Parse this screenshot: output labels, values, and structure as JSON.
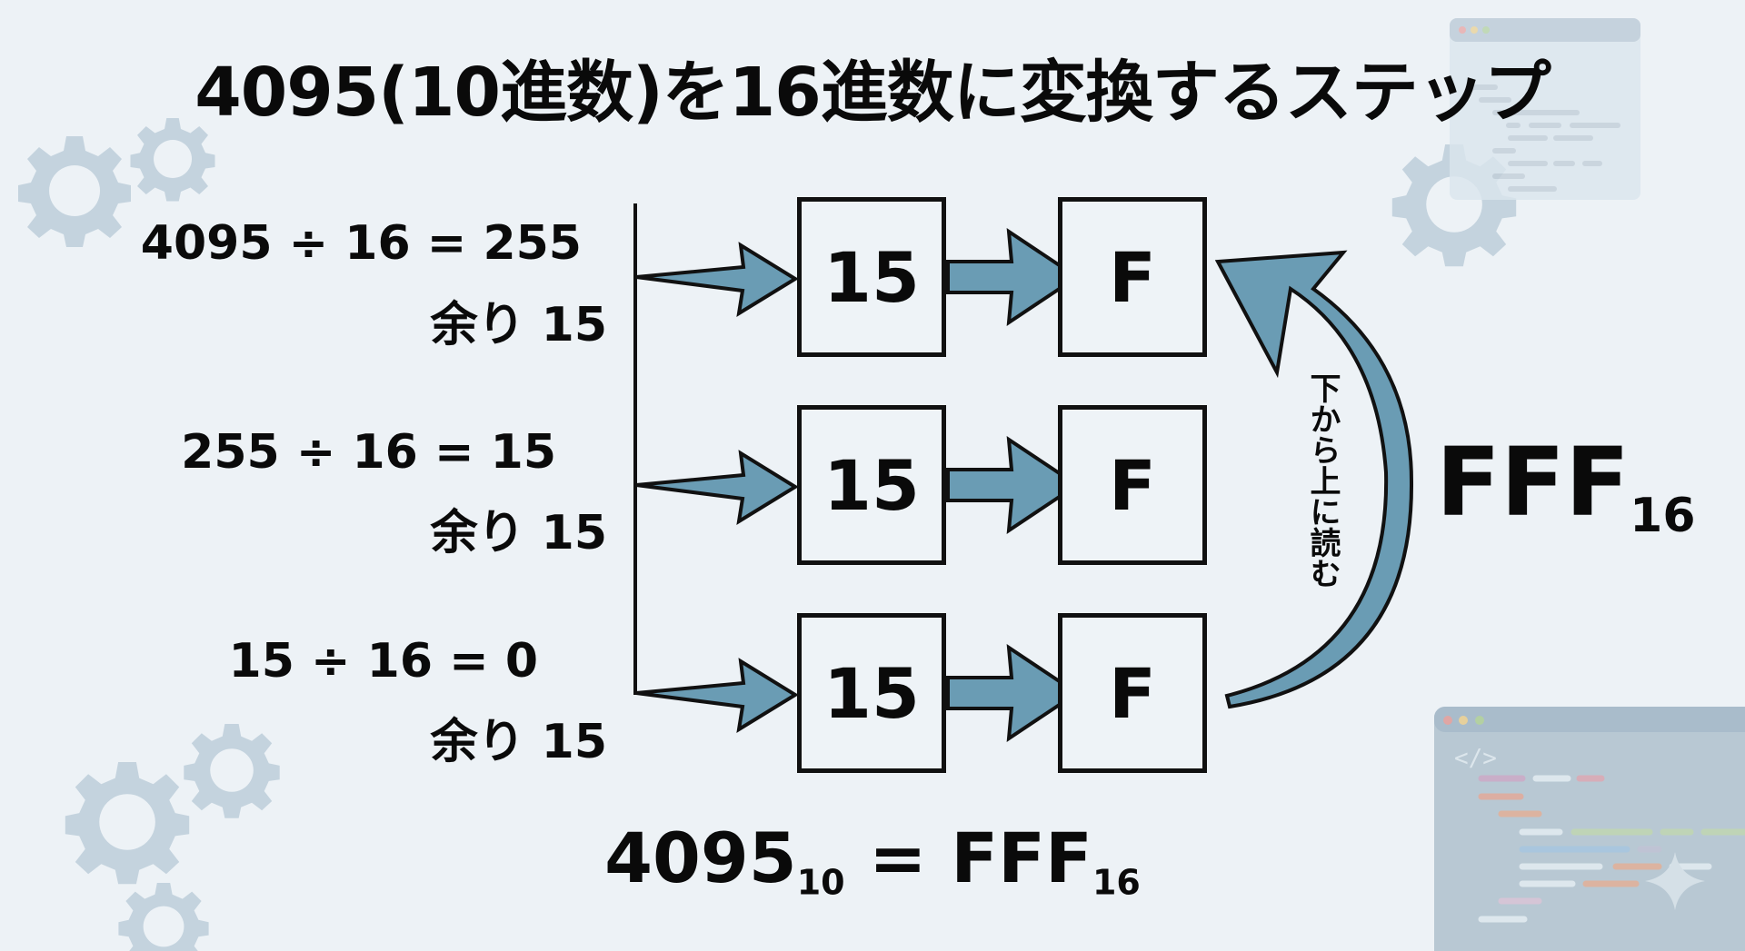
{
  "title": "4095(10進数)を16進数に変換するステップ",
  "steps": [
    {
      "equation": "4095 ÷ 16 = 255",
      "remainder": "余り 15",
      "decimal": "15",
      "hex": "F"
    },
    {
      "equation": "255 ÷ 16 = 15",
      "remainder": "余り 15",
      "decimal": "15",
      "hex": "F"
    },
    {
      "equation": "15 ÷ 16 = 0",
      "remainder": "余り 15",
      "decimal": "15",
      "hex": "F"
    }
  ],
  "read_direction_label": "下から上に読む",
  "result": {
    "value": "FFF",
    "base": "16"
  },
  "final": {
    "left_value": "4095",
    "left_base": "10",
    "equals": "=",
    "right_value": "FFF",
    "right_base": "16"
  },
  "decor": {
    "code_tag": "</>"
  },
  "colors": {
    "arrow_fill": "#6a9cb4",
    "background": "#edf2f6",
    "decor": "#b9c9d5"
  }
}
